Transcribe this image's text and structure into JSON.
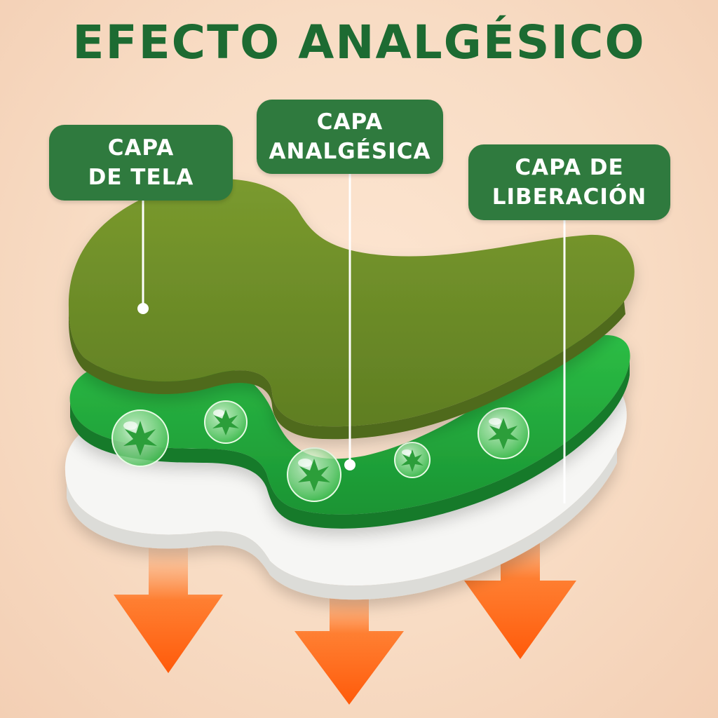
{
  "title": "EFECTO ANALGÉSICO",
  "layers": [
    {
      "line1": "CAPA",
      "line2": "DE TELA"
    },
    {
      "line1": "CAPA",
      "line2": "ANALGÉSICA"
    },
    {
      "line1": "CAPA DE",
      "line2": "LIBERACIÓN"
    }
  ],
  "colors": {
    "title": "#1d6b32",
    "label_bg": "#2f7a3e",
    "fabric_layer": "#6e8c28",
    "analgesic_layer": "#20a33a",
    "release_layer": "#f5f5f5",
    "arrows": "#ff6a1a",
    "background": "#fae0c9"
  },
  "icons": [
    "herbal-bubble-icon",
    "down-arrow-icon"
  ]
}
